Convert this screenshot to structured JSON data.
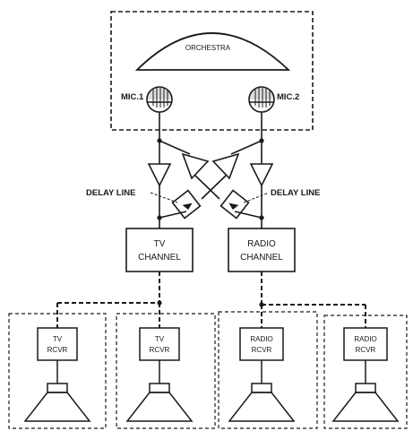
{
  "orchestra": {
    "label": "ORCHESTRA"
  },
  "microphones": {
    "left_label": "MIC.1",
    "right_label": "MIC.2"
  },
  "delay_lines": {
    "left_label": "DELAY LINE",
    "right_label": "DELAY LINE"
  },
  "channels": {
    "tv": {
      "line1": "TV",
      "line2": "CHANNEL"
    },
    "radio": {
      "line1": "RADIO",
      "line2": "CHANNEL"
    }
  },
  "receivers": [
    {
      "line1": "TV",
      "line2": "RCVR"
    },
    {
      "line1": "TV",
      "line2": "RCVR"
    },
    {
      "line1": "RADIO",
      "line2": "RCVR"
    },
    {
      "line1": "RADIO",
      "line2": "RCVR"
    }
  ]
}
